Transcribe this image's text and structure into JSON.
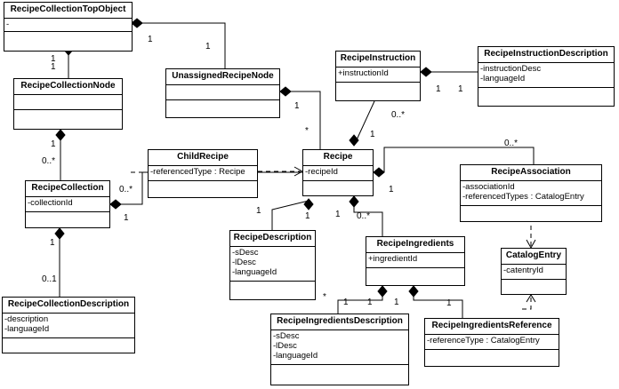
{
  "classes": {
    "top_object": {
      "name": "RecipeCollectionTopObject",
      "attributes": [
        "-"
      ]
    },
    "collection_node": {
      "name": "RecipeCollectionNode",
      "attributes": []
    },
    "unassigned_node": {
      "name": "UnassignedRecipeNode",
      "attributes": []
    },
    "collection": {
      "name": "RecipeCollection",
      "attributes": [
        "-collectionId"
      ]
    },
    "child_recipe": {
      "name": "ChildRecipe",
      "attributes": [
        "-referencedType : Recipe"
      ]
    },
    "collection_description": {
      "name": "RecipeCollectionDescription",
      "attributes": [
        "-description",
        "-languageId"
      ]
    },
    "instruction": {
      "name": "RecipeInstruction",
      "attributes": [
        "+instructionId"
      ]
    },
    "instruction_description": {
      "name": "RecipeInstructionDescription",
      "attributes": [
        "-instructionDesc",
        "-languageId"
      ]
    },
    "recipe": {
      "name": "Recipe",
      "attributes": [
        "-recipeId"
      ]
    },
    "association": {
      "name": "RecipeAssociation",
      "attributes": [
        "-associationId",
        "-referencedTypes : CatalogEntry"
      ]
    },
    "description": {
      "name": "RecipeDescription",
      "attributes": [
        "-sDesc",
        "-lDesc",
        "-languageId"
      ]
    },
    "ingredients": {
      "name": "RecipeIngredients",
      "attributes": [
        "+ingredientId"
      ]
    },
    "catalog_entry": {
      "name": "CatalogEntry",
      "attributes": [
        "-catentryId"
      ]
    },
    "ingredients_description": {
      "name": "RecipeIngredientsDescription",
      "attributes": [
        "-sDesc",
        "-lDesc",
        "-languageId"
      ]
    },
    "ingredients_reference": {
      "name": "RecipeIngredientsReference",
      "attributes": [
        "-referenceType : CatalogEntry"
      ]
    }
  },
  "multiplicities": {
    "top_unassigned_top": "1",
    "top_unassigned_node": "1",
    "top_node_top": "1",
    "top_node_node": "1",
    "node_collection_node": "1",
    "node_collection_coll": "0..*",
    "unassigned_recipe_node": "1",
    "unassigned_recipe_recipe": "*",
    "instruction_desc_instr": "1",
    "instruction_desc_desc": "1",
    "recipe_instruction_instr": "0..*",
    "recipe_instruction_recipe": "1",
    "collection_recipe_coll": "1",
    "collection_recipe_recipe": "0..*",
    "collection_description_coll": "1",
    "collection_description_desc": "0..1",
    "recipe_association_assoc": "0..*",
    "recipe_association_recipe": "1",
    "recipe_description_recipe": "1",
    "recipe_description_desc": "1",
    "recipe_description_star": "*",
    "recipe_ingredients_recipe": "1",
    "recipe_ingredients_ingr": "0..*",
    "ingredients_description_ingr": "1",
    "ingredients_description_desc": "1",
    "ingredients_reference_ingr": "1",
    "ingredients_reference_ref": "1"
  }
}
